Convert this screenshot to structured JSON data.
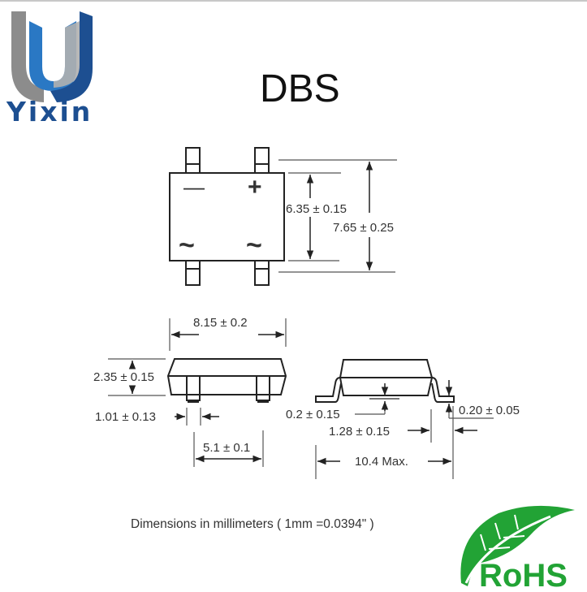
{
  "brand": {
    "name": "Yixin",
    "logo_icon": "u-letter-logo-icon",
    "colors": {
      "gray": "#8c8c8c",
      "light_blue": "#2a78c4",
      "dark_blue": "#1d4f91"
    }
  },
  "title": "DBS",
  "top_view": {
    "pin_labels": {
      "top_left": "—",
      "top_right": "+",
      "bottom_left": "~",
      "bottom_right": "~"
    },
    "dimensions": {
      "body_height": "6.35 ± 0.15",
      "overall_height": "7.65 ± 0.25"
    }
  },
  "front_view": {
    "dimensions": {
      "body_length": "8.15 ± 0.2",
      "height": "2.35 ± 0.15",
      "lead_width": "1.01 ± 0.13",
      "lead_pitch": "5.1 ± 0.1"
    }
  },
  "side_view": {
    "dimensions": {
      "standoff": "0.2 ± 0.15",
      "lead_length": "1.28 ± 0.15",
      "lead_thickness": "0.20 ± 0.05",
      "overall_width": "10.4 Max."
    }
  },
  "note": "Dimensions in millimeters ( 1mm =0.0394\" )",
  "rohs": {
    "label": "RoHS",
    "icon": "leaf-icon",
    "color": "#22a335"
  }
}
